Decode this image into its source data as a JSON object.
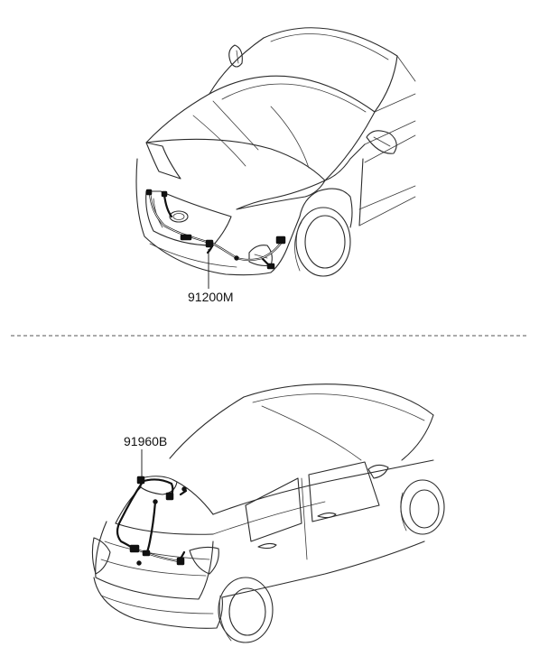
{
  "parts": [
    {
      "id": "front",
      "number": "91200M"
    },
    {
      "id": "rear",
      "number": "91960B"
    }
  ],
  "colors": {
    "line": "#2b2b2b",
    "wire": "#111111",
    "separator": "#555555",
    "background": "#ffffff"
  }
}
